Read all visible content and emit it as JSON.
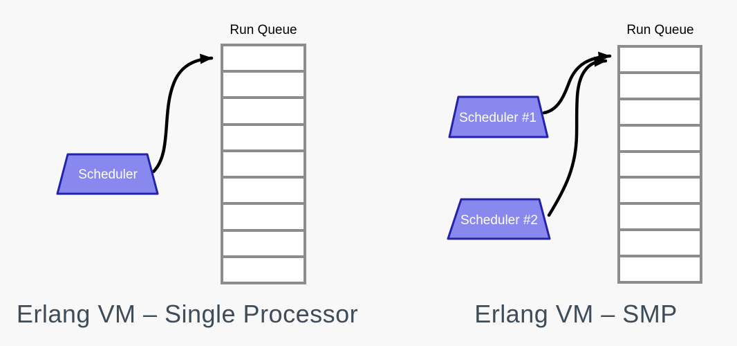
{
  "colors": {
    "background": "#f8f8f8",
    "queue_border_gray": "#8c8c8c",
    "queue_cell_fill": "#ffffff",
    "scheduler_fill": "#8888ee",
    "scheduler_border": "#2222aa",
    "scheduler_text": "#ffffff",
    "arrow_black": "#000000",
    "caption_slate": "#3e4c59",
    "queue_label_black": "#000000"
  },
  "left_diagram": {
    "queue_label": "Run Queue",
    "queue_cell_count": 9,
    "schedulers": [
      {
        "label": "Scheduler"
      }
    ],
    "caption": "Erlang VM – Single Processor"
  },
  "right_diagram": {
    "queue_label": "Run Queue",
    "queue_cell_count": 9,
    "schedulers": [
      {
        "label": "Scheduler #1"
      },
      {
        "label": "Scheduler #2"
      }
    ],
    "caption": "Erlang VM – SMP"
  }
}
